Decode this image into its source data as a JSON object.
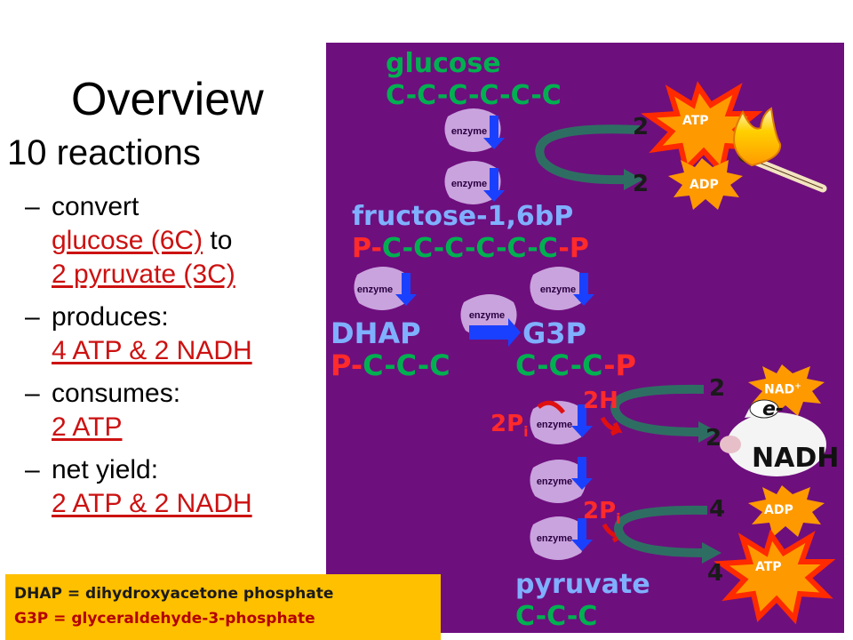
{
  "slide": {
    "title": "Overview",
    "subtitle": "10 reactions",
    "bullets": [
      {
        "dash": "–",
        "lead": "convert",
        "parts": [
          {
            "t": "glucose (6C)",
            "hl": true
          },
          {
            "t": " to ",
            "hl": false
          },
          {
            "t": "2 pyruvate (3C)",
            "hl": true
          }
        ]
      },
      {
        "dash": "–",
        "lead": "produces:",
        "parts": [
          {
            "t": "4 ATP & 2 NADH",
            "hl": true
          }
        ]
      },
      {
        "dash": "–",
        "lead": "consumes:",
        "parts": [
          {
            "t": "2 ATP",
            "hl": true
          }
        ]
      },
      {
        "dash": "–",
        "lead": "net yield:",
        "parts": [
          {
            "t": "2 ATP & 2 NADH",
            "hl": true
          }
        ]
      }
    ],
    "definitions": {
      "dhap": "DHAP = dihydroxyacetone phosphate",
      "g3p": "G3P = glyceraldehyde-3-phosphate"
    }
  },
  "diagram": {
    "glucose_name": "glucose",
    "glucose_formula": "C-C-C-C-C-C",
    "fructose_name": "fructose-1,6bP",
    "fructose_p1": "P-",
    "fructose_formula": "C-C-C-C-C-C",
    "fructose_p2": "-P",
    "dhap_name": "DHAP",
    "dhap_p": "P-",
    "dhap_formula": "C-C-C",
    "g3p_name": "G3P",
    "g3p_formula": "C-C-C",
    "g3p_p": "-P",
    "pyruvate_name": "pyruvate",
    "pyruvate_formula": "C-C-C",
    "enzyme_label": "enzyme",
    "two_h": "2H",
    "two_pi_a": "2P",
    "two_pi_a_sub": "i",
    "two_pi_b": "2P",
    "two_pi_b_sub": "i",
    "atp_in": {
      "count": "2",
      "label": "ATP"
    },
    "adp_out": {
      "count": "2",
      "label": "ADP"
    },
    "nad_in": {
      "count": "2",
      "label": "NAD",
      "sup": "+"
    },
    "nadh_out": {
      "count": "2",
      "label": "NADH",
      "electron": "e-"
    },
    "adp_in": {
      "count": "4",
      "label": "ADP"
    },
    "atp_out": {
      "count": "4",
      "label": "ATP"
    },
    "colors": {
      "panel": "#6e0f7e",
      "green": "#00b050",
      "red": "#ff2a2a",
      "orange": "#ff9900",
      "arrow": "#1a40ff",
      "enzyme": "#c9a3dd"
    }
  }
}
